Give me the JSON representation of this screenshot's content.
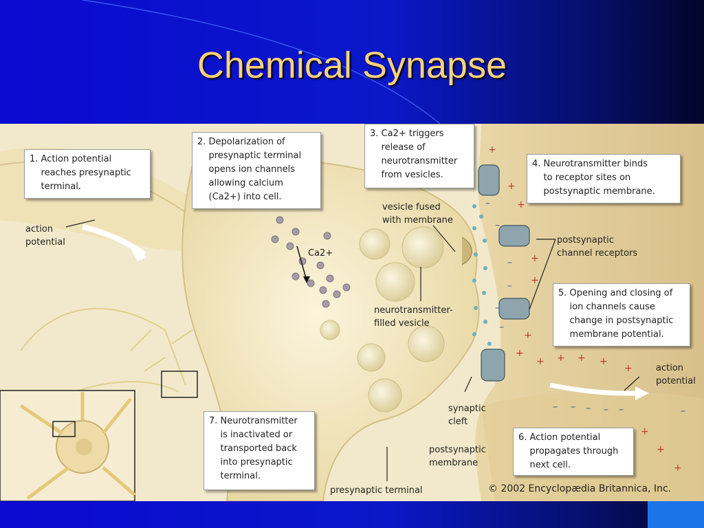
{
  "slide": {
    "title": "Chemical Synapse",
    "background_colors": [
      "#0a0ad0",
      "#02052a"
    ],
    "title_color": "#ffd27a",
    "accent_square_color": "#1b74e8"
  },
  "diagram": {
    "callouts": {
      "step1": "1. Action potential\n    reaches presynaptic\n    terminal.",
      "step2": "2. Depolarization of\n    presynaptic terminal\n    opens ion channels\n    allowing calcium\n    (Ca2+) into cell.",
      "step3": "3. Ca2+ triggers\n    release of\n    neurotransmitter\n    from vesicles.",
      "step4": "4. Neurotransmitter binds\n    to receptor sites on\n    postsynaptic membrane.",
      "step5": "5. Opening and closing of\n    ion channels cause\n    change in postsynaptic\n    membrane potential.",
      "step6": "6. Action potential\n    propagates through\n    next cell.",
      "step7": "7. Neurotransmitter\n    is inactivated or\n    transported back\n    into presynaptic\n    terminal."
    },
    "labels": {
      "action_potential_left": "action\npotential",
      "action_potential_right": "action\npotential",
      "ca_ions": "Ca2+",
      "vesicle_fused": "vesicle fused\nwith membrane",
      "neurotransmitter_vesicle": "neurotransmitter-\nfilled vesicle",
      "postsynaptic_receptors": "postsynaptic\nchannel receptors",
      "synaptic_cleft": "synaptic\ncleft",
      "postsynaptic_membrane": "postsynaptic\nmembrane",
      "presynaptic_terminal": "presynaptic terminal"
    },
    "copyright": "© 2002 Encyclopædia Britannica, Inc."
  }
}
